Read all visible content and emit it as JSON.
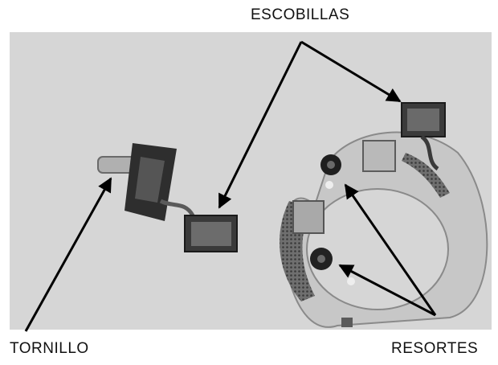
{
  "labels": {
    "top": "ESCOBILLAS",
    "bottom_left": "TORNILLO",
    "bottom_right": "RESORTES"
  },
  "colors": {
    "photo_background": "#d4d4d4",
    "metal": "#c8c8c8",
    "dark_part": "#2e2e2e",
    "arrow": "#000000"
  }
}
